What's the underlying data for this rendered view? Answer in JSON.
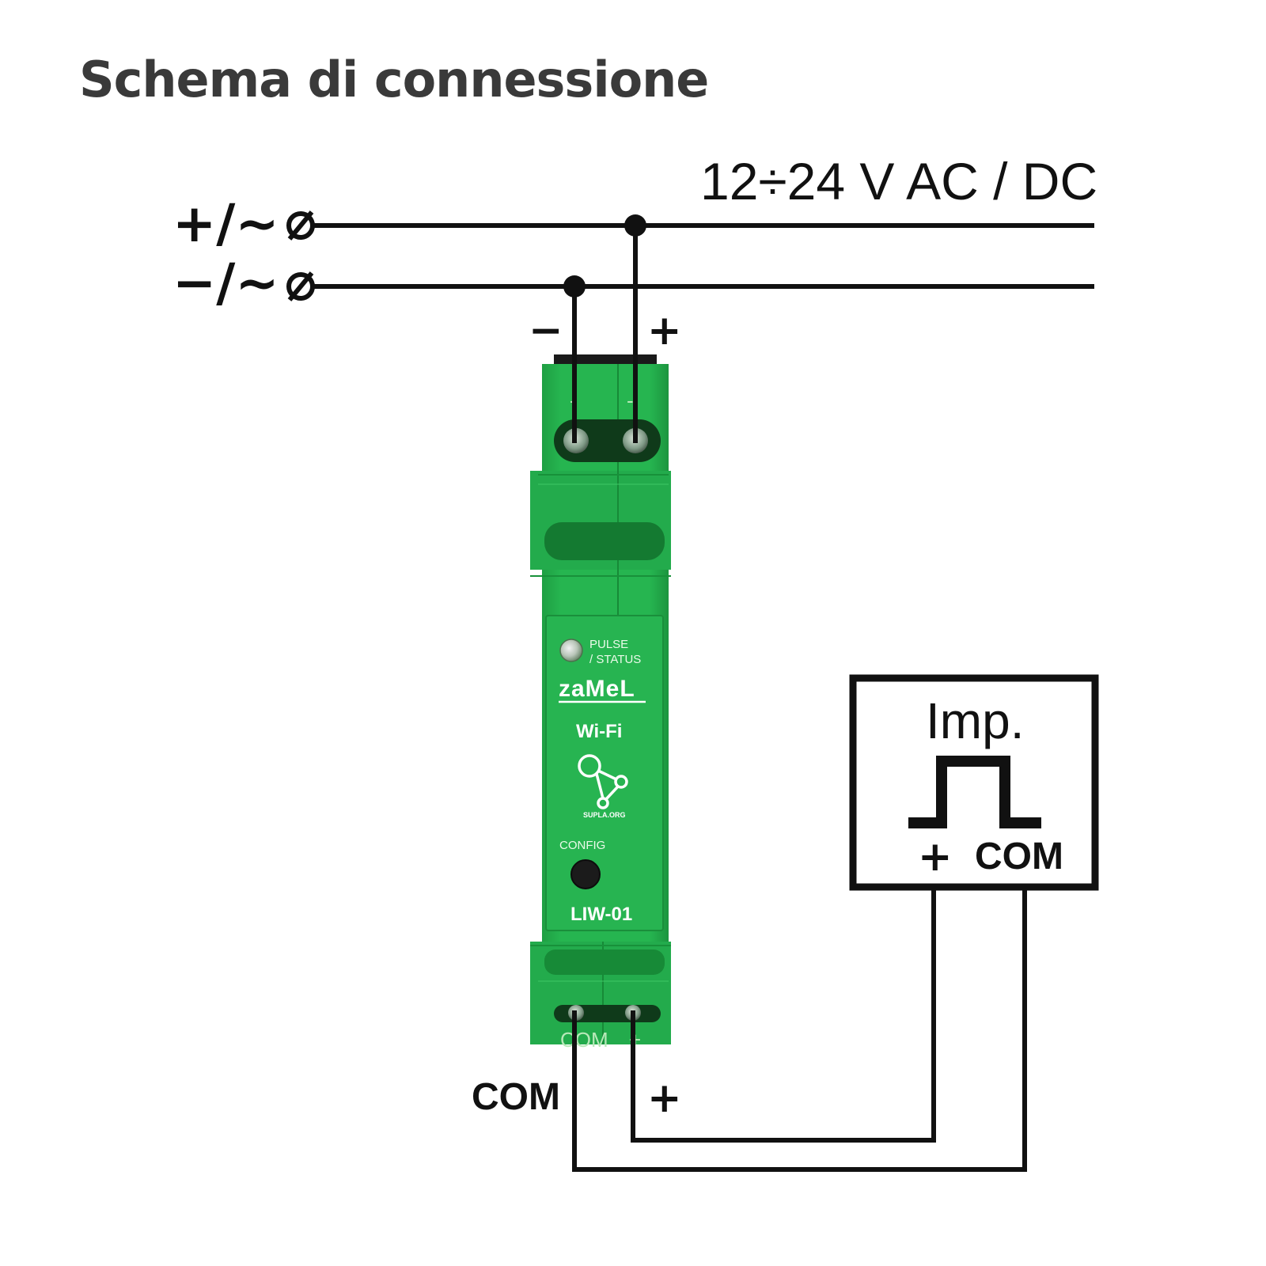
{
  "title": "Schema di connessione",
  "supply": {
    "voltage_label": "12÷24 V AC / DC",
    "positive_line_label": "+/~",
    "negative_line_label": "−/~",
    "terminal_symbol": "⌀"
  },
  "device_input_labels": {
    "minus": "−",
    "plus": "+"
  },
  "device": {
    "led_label_line1": "PULSE",
    "led_label_line2": "/ STATUS",
    "brand": "zaMeL",
    "wifi_label": "Wi-Fi",
    "supla_label": "SUPLA.ORG",
    "config_label": "CONFIG",
    "model": "LIW-01",
    "terminal_com": "COM",
    "terminal_plus": "+",
    "body_color": "#22b24c"
  },
  "output_labels": {
    "com": "COM",
    "plus": "+"
  },
  "impulse_source": {
    "title": "Imp.",
    "plus_label": "+",
    "com_label": "COM"
  }
}
